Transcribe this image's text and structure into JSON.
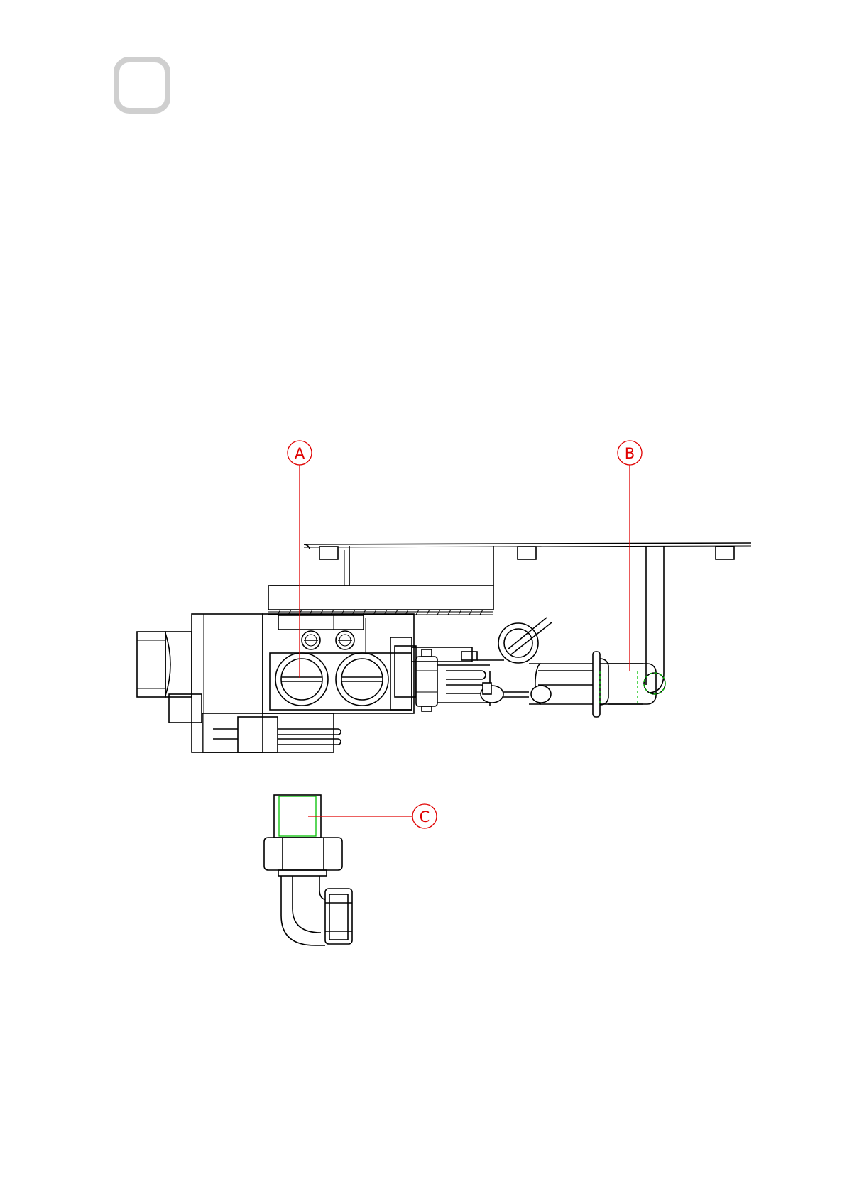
{
  "callouts": {
    "a": "A",
    "b": "B",
    "c": "C"
  },
  "colors": {
    "callout": "#e00000",
    "highlight": "#00c000",
    "badge": "#cfcfcf"
  }
}
